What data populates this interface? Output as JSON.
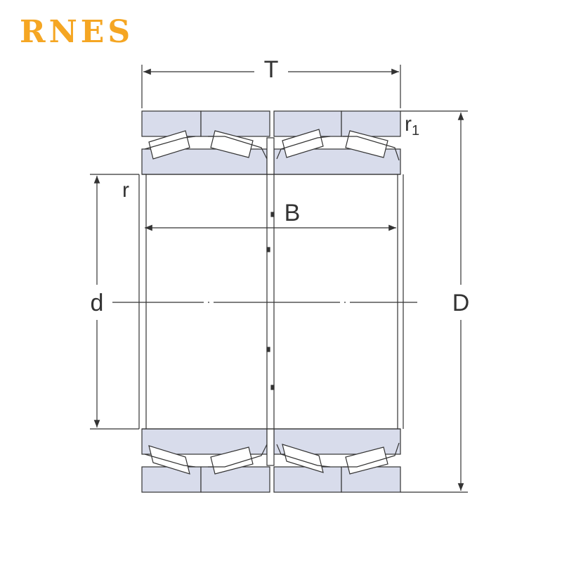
{
  "brand": {
    "name": "RNES",
    "color": "#F5A623"
  },
  "labels": {
    "T": "T",
    "r1_main": "r",
    "r1_sub": "1",
    "r": "r",
    "B": "B",
    "d": "d",
    "D": "D"
  },
  "colors": {
    "ring_fill": "#D8DCEB",
    "line": "#333333",
    "background": "#ffffff"
  }
}
